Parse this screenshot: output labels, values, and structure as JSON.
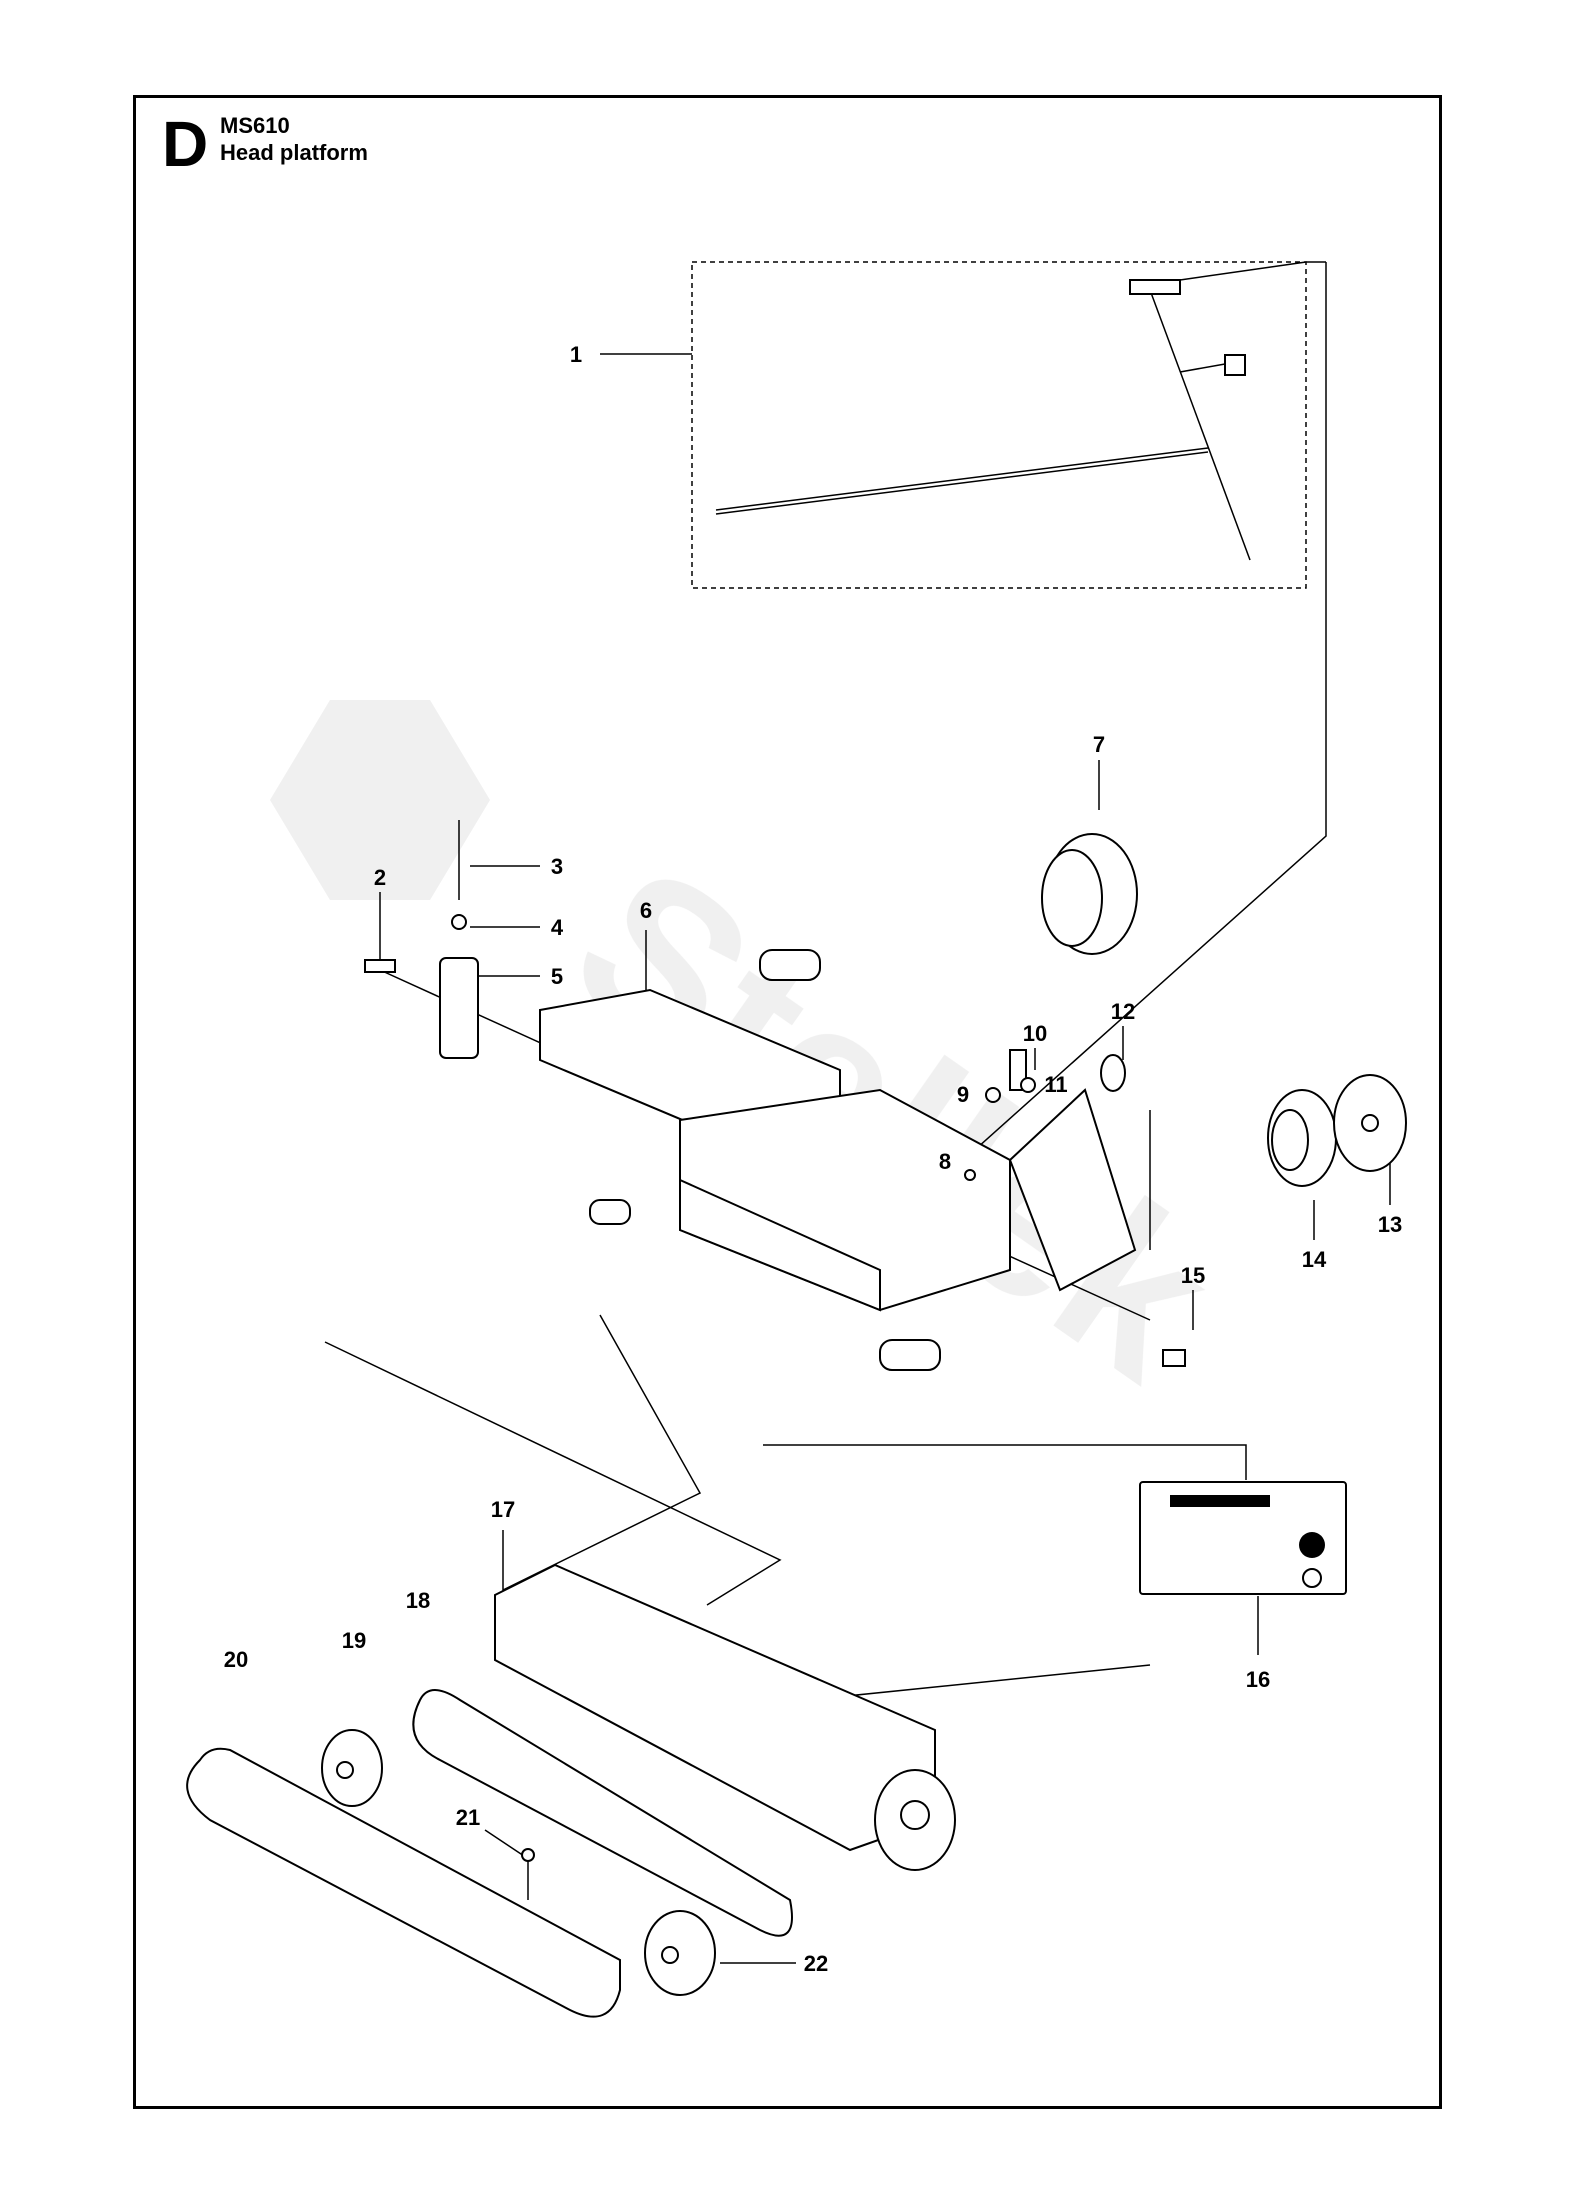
{
  "header": {
    "section_letter": "D",
    "model": "MS610",
    "title": "Head platform"
  },
  "callouts": [
    "1",
    "2",
    "3",
    "4",
    "5",
    "6",
    "7",
    "8",
    "9",
    "10",
    "11",
    "12",
    "13",
    "14",
    "15",
    "16",
    "17",
    "18",
    "19",
    "20",
    "21",
    "22"
  ],
  "watermark": "Stellek GARDEN",
  "colors": {
    "line": "#000000",
    "background": "#ffffff",
    "watermark": "#f2f2f2"
  }
}
